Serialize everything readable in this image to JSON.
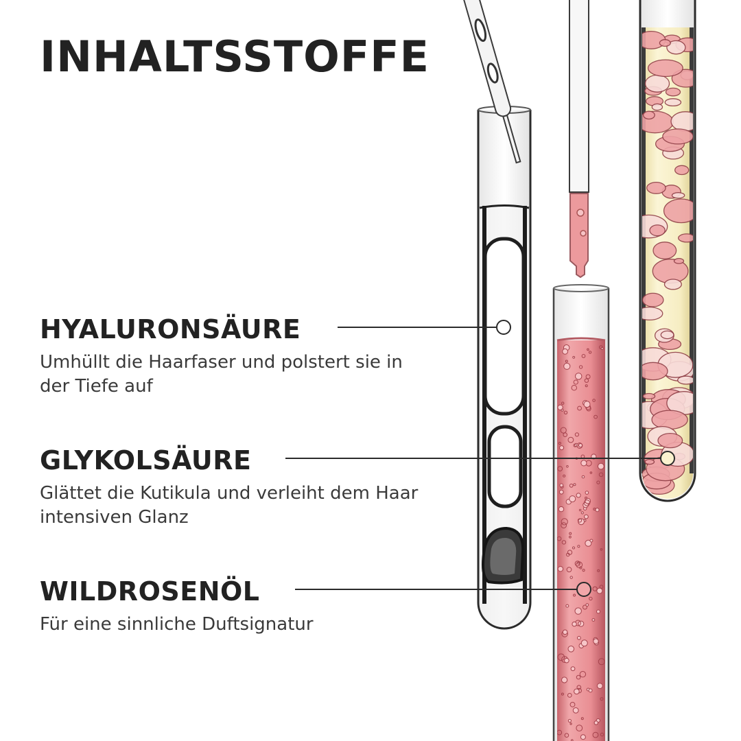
{
  "title": "INHALTSSTOFFE",
  "ingredients": [
    {
      "name": "HYALURONSÄURE",
      "description": "Umhüllt die Haarfaser und polstert sie in der Tiefe auf"
    },
    {
      "name": "GLYKOLSÄURE",
      "description": "Glättet die Kutikula und verleiht dem Haar intensiven Glanz"
    },
    {
      "name": "WILDROSENÖL",
      "description": "Für eine sinnliche Duftsignatur"
    }
  ],
  "colors": {
    "text": "#222222",
    "rose_liquid": "#e88e93",
    "oil_liquid": "#f7efc4",
    "glass": "#444444"
  },
  "icons": [
    "test-tube-icon",
    "pipette-icon",
    "bubble-icon"
  ]
}
